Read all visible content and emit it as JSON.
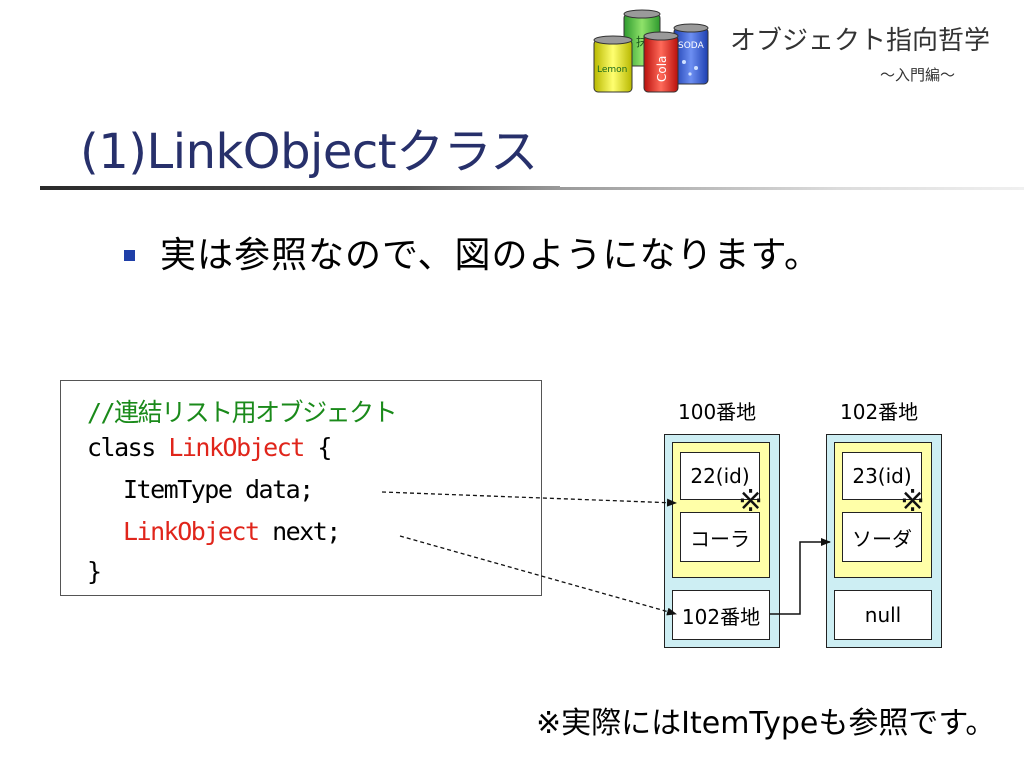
{
  "header": {
    "series_title": "オブジェクト指向哲学",
    "series_subtitle": "～入門編～",
    "logo_can_labels": [
      "Lemon",
      "Cola",
      "SODA",
      "抹茶"
    ]
  },
  "slide": {
    "title": "(1)LinkObjectクラス",
    "bullet": "実は参照なので、図のようになります。"
  },
  "code": {
    "comment": "//連結リスト用オブジェクト",
    "class_keyword": "class ",
    "class_name": "LinkObject",
    "brace_open": " {",
    "field1": "ItemType data;",
    "field2_type": "LinkObject",
    "field2_rest": " next;",
    "brace_close": "}"
  },
  "diagram": {
    "objects": [
      {
        "address": "100番地",
        "id": "22(id)",
        "name": "コーラ",
        "next": "102番地"
      },
      {
        "address": "102番地",
        "id": "23(id)",
        "name": "ソーダ",
        "next": "null"
      }
    ],
    "mark": "※"
  },
  "footnote": "※実際にはItemTypeも参照です。",
  "colors": {
    "title": "#27306b",
    "bullet": "#1f3fa8",
    "comment": "#1a8a1a",
    "type_name": "#e0251b",
    "object_outer": "#cdeef3",
    "object_inner": "#ffffa8"
  }
}
